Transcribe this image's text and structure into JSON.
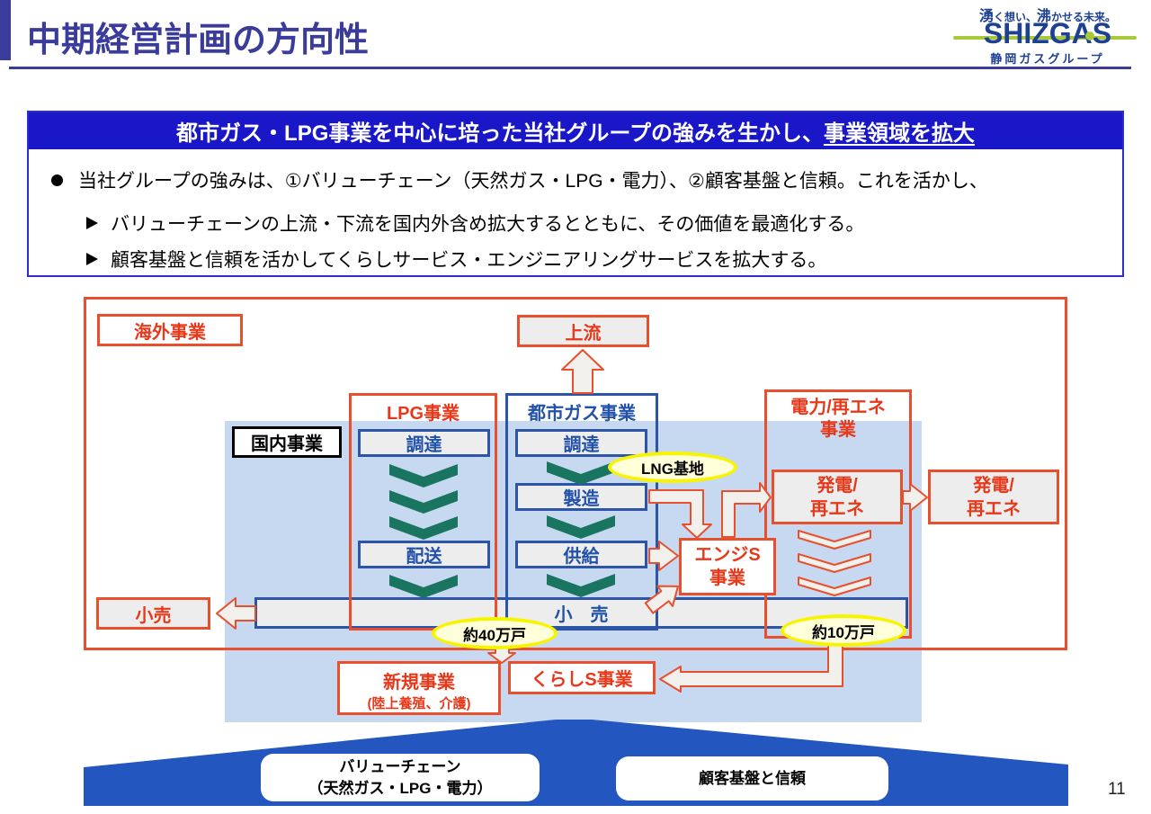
{
  "header": {
    "title": "中期経営計画の方向性"
  },
  "logo": {
    "tag1": "湧",
    "tag2": "く想い、",
    "tag3": "沸",
    "tag4": "かせる未来。",
    "brand": "SHIZGAS",
    "subtitle": "静岡ガスグループ"
  },
  "banner": {
    "text_main": "都市ガス・LPG事業を中心に培った当社グループの強みを生かし、",
    "text_underlined": "事業領域を拡大"
  },
  "bullets": {
    "lead": "当社グループの強みは、①バリューチェーン（天然ガス・LPG・電力）、②顧客基盤と信頼。これを活かし、",
    "sub1": "バリューチェーンの上流・下流を国内外含め拡大するとともに、その価値を最適化する。",
    "sub2": "顧客基盤と信頼を活かしてくらしサービス・エンジニアリングサービスを拡大する。"
  },
  "diagram": {
    "overseas": "海外事業",
    "upstream": "上流",
    "domestic": "国内事業",
    "lpg_title": "LPG事業",
    "lpg_steps": [
      "調達",
      "配送"
    ],
    "citygas_title": "都市ガス事業",
    "citygas_steps": [
      "調達",
      "製造",
      "供給"
    ],
    "lng": "LNG基地",
    "power_title_1": "電力/再エネ",
    "power_title_2": "事業",
    "gen_line1": "発電/",
    "gen_line2": "再エネ",
    "engs_line1": "エンジS",
    "engs_line2": "事業",
    "retail_bar": "小　売",
    "retail_left": "小売",
    "households_40": "約40万戸",
    "households_10": "約10万戸",
    "newbiz_line1": "新規事業",
    "newbiz_line2": "(陸上養殖、介護)",
    "kurashi": "くらしS事業"
  },
  "footer": {
    "value_chain_line1": "バリューチェーン",
    "value_chain_line2": "（天然ガス・LPG・電力）",
    "customer_base": "顧客基盤と信頼",
    "page_number": "11"
  },
  "colors": {
    "title_blue": "#3b3b9b",
    "banner_blue": "#1a17c9",
    "box_border_blue": "#2d2dc8",
    "orange": "#e8502d",
    "red_text": "#e8381a",
    "blue": "#2c55a8",
    "blue_text": "#2151a8",
    "green": "#1a7560",
    "lightblue_bg": "#c6d9f1",
    "gray_fill": "#ededed",
    "arrow_fill": "#f2f0ed",
    "yellow_border": "#f8f400",
    "yellow_fill": "#ffffd9",
    "navy_shape": "#2456c0",
    "logo_blue": "#1d4090",
    "logo_green": "#a8ca3a"
  }
}
